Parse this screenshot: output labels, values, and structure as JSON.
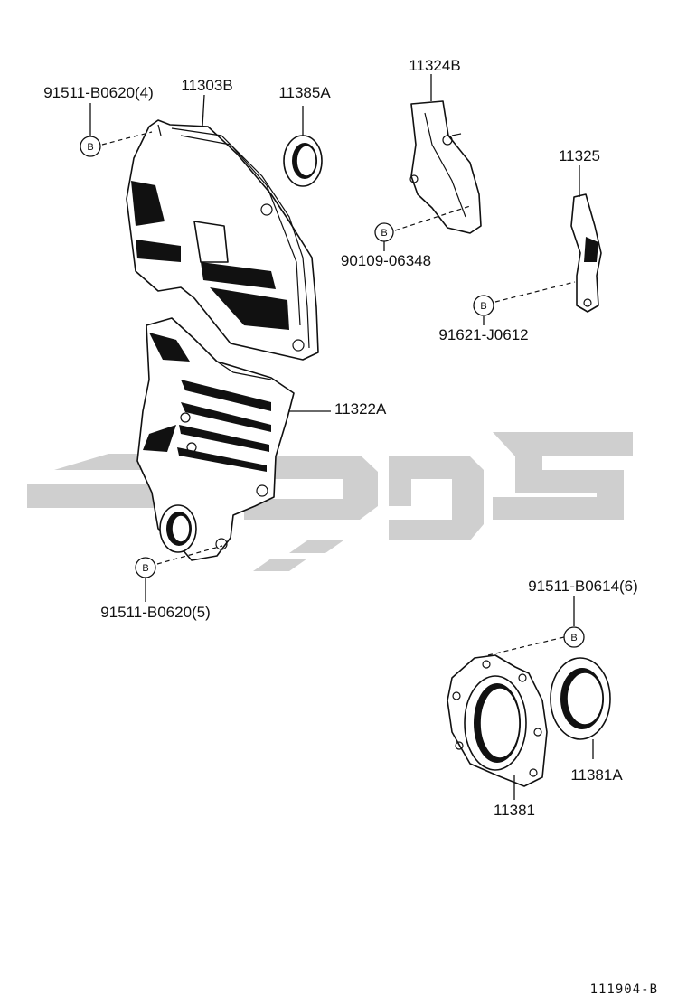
{
  "parts": {
    "p11303B": "11303B",
    "p11385A": "11385A",
    "p11324B": "11324B",
    "p11325": "11325",
    "p11322A": "11322A",
    "p11381": "11381",
    "p11381A": "11381A"
  },
  "bolts": {
    "b91511_B0620_4": "91511-B0620(4)",
    "b90109_06348": "90109-06348",
    "b91621_J0612": "91621-J0612",
    "b91511_B0620_5": "91511-B0620(5)",
    "b91511_B0614_6": "91511-B0614(6)",
    "marker": "B"
  },
  "diagram_code": "111904-B",
  "colors": {
    "line": "#111111",
    "watermark": "#cfcfcf",
    "background": "#ffffff"
  }
}
